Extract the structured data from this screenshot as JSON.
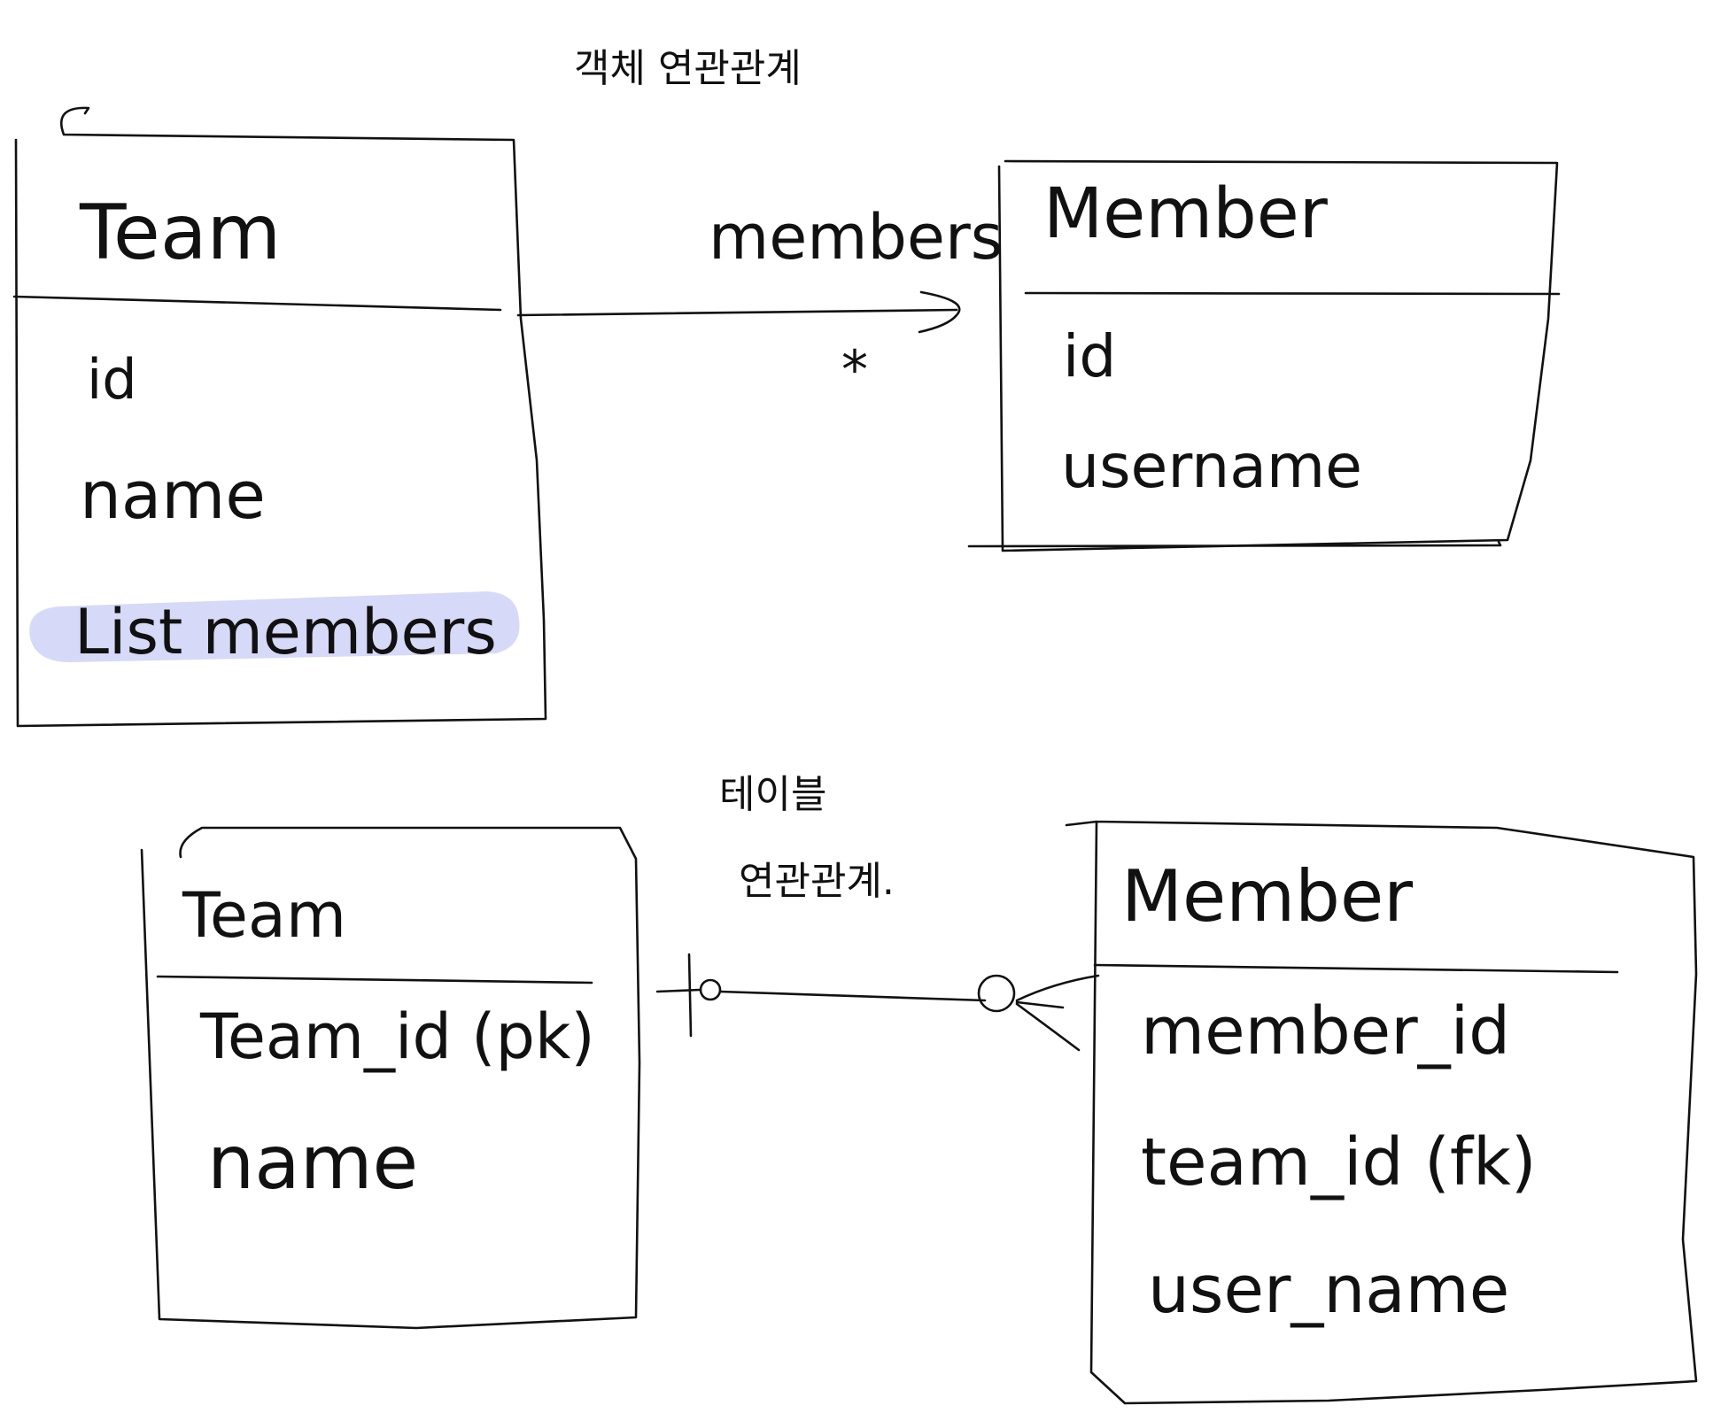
{
  "object_section": {
    "title": "객체 연관관계",
    "team_entity": {
      "name": "Team",
      "fields": [
        "id",
        "name",
        "List members"
      ],
      "highlighted_field": "List members"
    },
    "association": {
      "label": "members",
      "multiplicity": "*"
    },
    "member_entity": {
      "name": "Member",
      "fields": [
        "id",
        "username"
      ]
    }
  },
  "table_section": {
    "title_line1": "테이블",
    "title_line2": "연관관계.",
    "team_table": {
      "name": "Team",
      "columns": [
        "Team_id (pk)",
        "name"
      ]
    },
    "member_table": {
      "name": "Member",
      "columns": [
        "member_id",
        "team_id (fk)",
        "user_name"
      ]
    }
  },
  "colors": {
    "ink": "#111111",
    "highlight": "#d6d9f7",
    "background": "#ffffff"
  }
}
